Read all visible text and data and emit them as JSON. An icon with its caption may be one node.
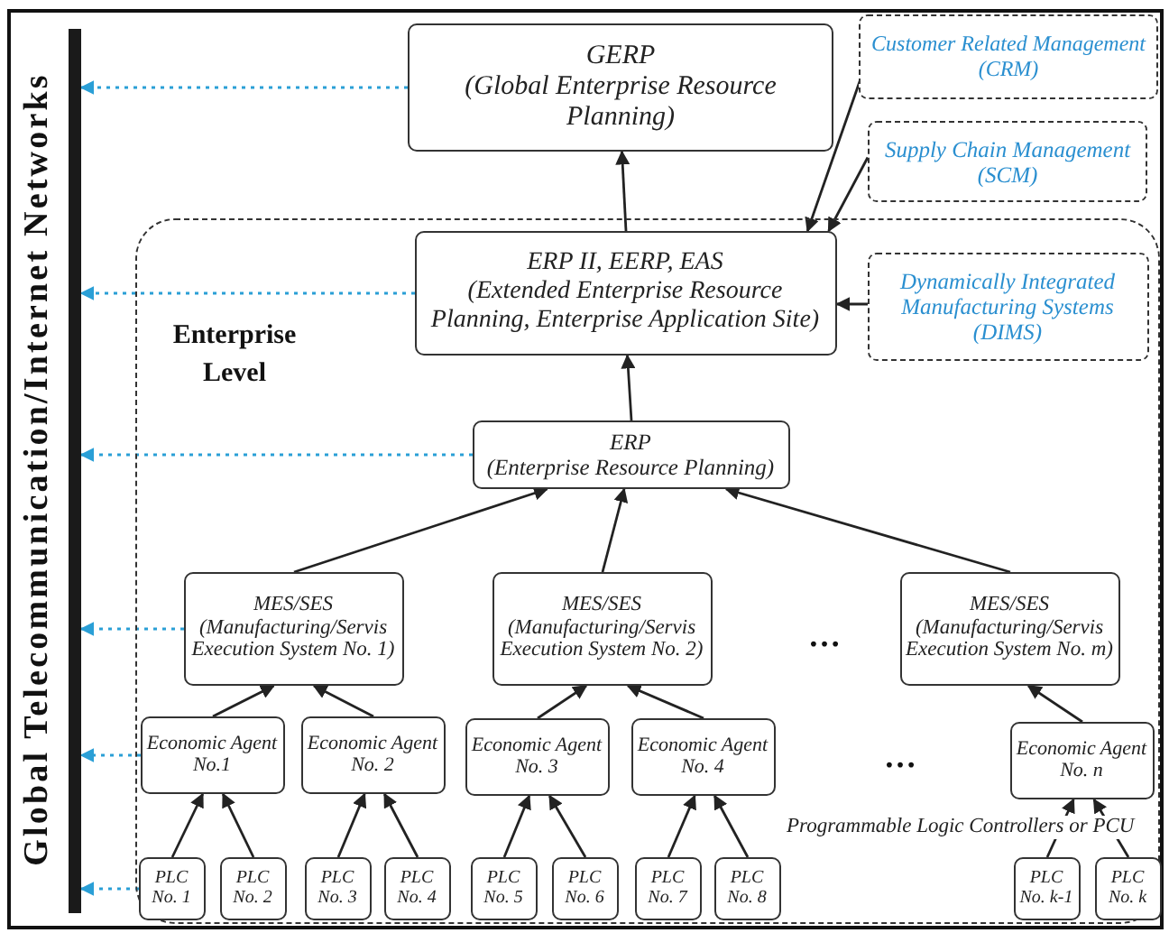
{
  "diagram": {
    "nodes": [
      {
        "text": [],
        "shape": "bar"
      },
      {
        "text": [
          "GERP",
          "(Global Enterprise Resource Planning)"
        ]
      },
      {
        "text": [
          "Customer Related Management (CRM)"
        ]
      },
      {
        "text": [
          "Supply Chain Management (SCM)"
        ]
      },
      {
        "text": [
          "Enterprise Level"
        ]
      },
      {
        "text": [
          "ERP II, EERP, EAS",
          "(Extended Enterprise Resource Planning, Enterprise Application Site)"
        ],
        "in": 4
      },
      {
        "text": [
          "Dynamically Integrated Manufacturing Systems (DIMS)"
        ],
        "in": 4
      },
      {
        "text": [
          "ERP",
          "(Enterprise Resource Planning)"
        ],
        "in": 4
      },
      {
        "text": [
          "MES/SES",
          "(Manufacturing/Servis Execution System No. 1)"
        ],
        "in": 4
      },
      {
        "text": [
          "MES/SES",
          "(Manufacturing/Servis Execution System No. 2)"
        ],
        "in": 4
      },
      {
        "text": [
          "MES/SES",
          "(Manufacturing/Servis Execution System No. m)"
        ],
        "in": 4
      },
      {
        "text": [
          "Economic Agent No.1"
        ],
        "in": 4
      },
      {
        "text": [
          "Economic Agent No. 2"
        ],
        "in": 4
      },
      {
        "text": [
          "Economic Agent No. 3"
        ],
        "in": 4
      },
      {
        "text": [
          "Economic Agent No. 4"
        ],
        "in": 4
      },
      {
        "text": [
          "Economic Agent No. n"
        ],
        "in": 4
      },
      {
        "text": [
          "PLC No. 1"
        ],
        "in": 4
      },
      {
        "text": [
          "PLC No. 2"
        ],
        "in": 4
      },
      {
        "text": [
          "PLC No. 3"
        ],
        "in": 4
      },
      {
        "text": [
          "PLC No. 4"
        ],
        "in": 4
      },
      {
        "text": [
          "PLC No. 5"
        ],
        "in": 4
      },
      {
        "text": [
          "PLC No. 6"
        ],
        "in": 4
      },
      {
        "text": [
          "PLC No. 7"
        ],
        "in": 4
      },
      {
        "text": [
          "PLC No. 8"
        ],
        "in": 4
      },
      {
        "text": [
          "PLC No. k-1"
        ],
        "in": 4
      },
      {
        "text": [
          "PLC No. k"
        ],
        "in": 4
      }
    ],
    "edges": [
      {
        "from": 5,
        "to": 1,
        "arrow": "to"
      },
      {
        "from": 2,
        "to": 5,
        "arrow": "to"
      },
      {
        "from": 3,
        "to": 5,
        "arrow": "to"
      },
      {
        "from": 6,
        "to": 5,
        "arrow": "to"
      },
      {
        "from": 7,
        "to": 5,
        "arrow": "to"
      },
      {
        "from": 8,
        "to": 7,
        "arrow": "to"
      },
      {
        "from": 9,
        "to": 7,
        "arrow": "to"
      },
      {
        "from": 10,
        "to": 7,
        "arrow": "to"
      },
      {
        "from": 11,
        "to": 8,
        "arrow": "to"
      },
      {
        "from": 12,
        "to": 8,
        "arrow": "to"
      },
      {
        "from": 13,
        "to": 9,
        "arrow": "to"
      },
      {
        "from": 14,
        "to": 9,
        "arrow": "to"
      },
      {
        "from": 15,
        "to": 10,
        "arrow": "to"
      },
      {
        "from": 16,
        "to": 11,
        "arrow": "to"
      },
      {
        "from": 17,
        "to": 11,
        "arrow": "to"
      },
      {
        "from": 18,
        "to": 12,
        "arrow": "to"
      },
      {
        "from": 19,
        "to": 12,
        "arrow": "to"
      },
      {
        "from": 20,
        "to": 13,
        "arrow": "to"
      },
      {
        "from": 21,
        "to": 13,
        "arrow": "to"
      },
      {
        "from": 22,
        "to": 14,
        "arrow": "to"
      },
      {
        "from": 23,
        "to": 14,
        "arrow": "to"
      },
      {
        "from": 24,
        "to": 15,
        "arrow": "to"
      },
      {
        "from": 25,
        "to": 15,
        "arrow": "to"
      },
      {
        "from": 1,
        "to": 0,
        "arrow": "to",
        "style": "dashed",
        "color": "#2a9fd6"
      },
      {
        "from": 5,
        "to": 0,
        "arrow": "to",
        "style": "dashed",
        "color": "#2a9fd6"
      },
      {
        "from": 7,
        "to": 0,
        "arrow": "to",
        "style": "dashed",
        "color": "#2a9fd6"
      },
      {
        "from": 8,
        "to": 0,
        "arrow": "to",
        "style": "dashed",
        "color": "#2a9fd6"
      },
      {
        "from": 11,
        "to": 0,
        "arrow": "to",
        "style": "dashed",
        "color": "#2a9fd6"
      },
      {
        "from": 16,
        "to": 0,
        "arrow": "to",
        "style": "dashed",
        "color": "#2a9fd6"
      }
    ],
    "labels": [
      "Global Telecommunication/Internet Networks",
      "…",
      "…",
      "Programmable Logic Controllers or PCU"
    ]
  }
}
